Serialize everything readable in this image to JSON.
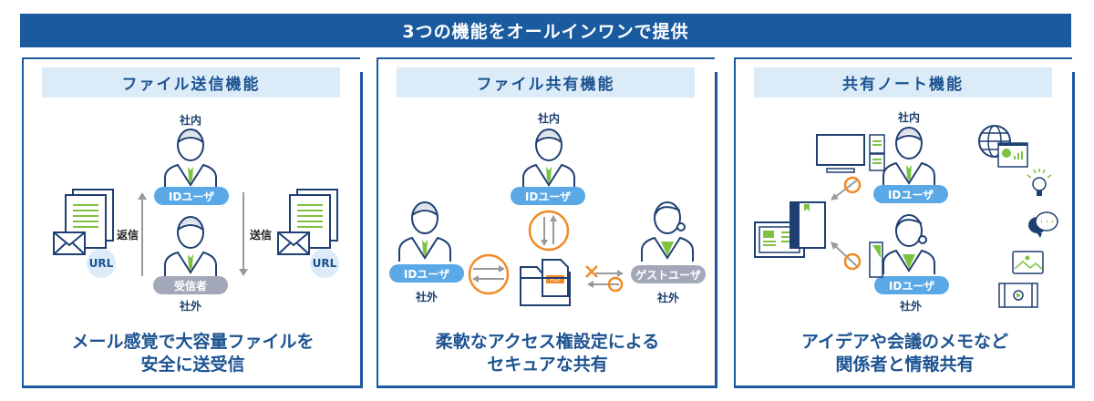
{
  "header": {
    "title": "3つの機能をオールインワンで提供"
  },
  "colors": {
    "primary": "#1a5a9e",
    "accent_blue": "#5aa9e6",
    "green": "#7dc242",
    "orange": "#f08a24",
    "gray_pill": "#a3a8b8"
  },
  "panels": [
    {
      "title": "ファイル送信機能",
      "internal": "社内",
      "external": "社外",
      "id_user": "IDユーザ",
      "receiver": "受信者",
      "reply": "返信",
      "send": "送信",
      "url": "URL",
      "caption": [
        "メール感覚で大容量ファイルを",
        "安全に送受信"
      ]
    },
    {
      "title": "ファイル共有機能",
      "internal": "社内",
      "external_left": "社外",
      "external_right": "社外",
      "id_user": "IDユーザ",
      "guest_user": "ゲストユーザ",
      "pdf": "PDF",
      "caption": [
        "柔軟なアクセス権設定による",
        "セキュアな共有"
      ]
    },
    {
      "title": "共有ノート機能",
      "internal": "社内",
      "external": "社外",
      "id_user": "IDユーザ",
      "caption": [
        "アイデアや会議のメモなど",
        "関係者と情報共有"
      ]
    }
  ],
  "icons": [
    "person-icon",
    "document-icon",
    "envelope-icon",
    "arrow-icon",
    "folder-icon",
    "pdf-icon",
    "monitor-icon",
    "notebook-icon",
    "prohibit-icon",
    "globe-icon",
    "lightbulb-icon",
    "chat-icon",
    "image-icon",
    "film-icon"
  ]
}
